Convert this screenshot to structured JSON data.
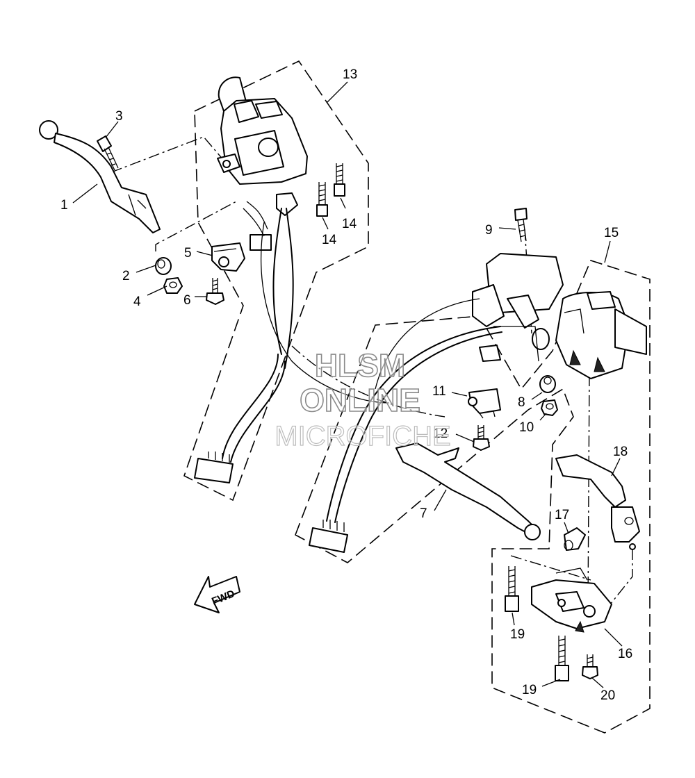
{
  "callouts": {
    "c1": "1",
    "c2": "2",
    "c3": "3",
    "c4": "4",
    "c5": "5",
    "c6": "6",
    "c7": "7",
    "c8": "8",
    "c9": "9",
    "c10": "10",
    "c11": "11",
    "c12": "12",
    "c13": "13",
    "c14a": "14",
    "c14b": "14",
    "c15": "15",
    "c16": "16",
    "c17": "17",
    "c18": "18",
    "c19a": "19",
    "c19b": "19",
    "c20": "20"
  },
  "fwd_label": "FWD",
  "watermark": {
    "line1": "HLSM",
    "line2": "ONLINE",
    "line3": "MICROFICHE"
  }
}
